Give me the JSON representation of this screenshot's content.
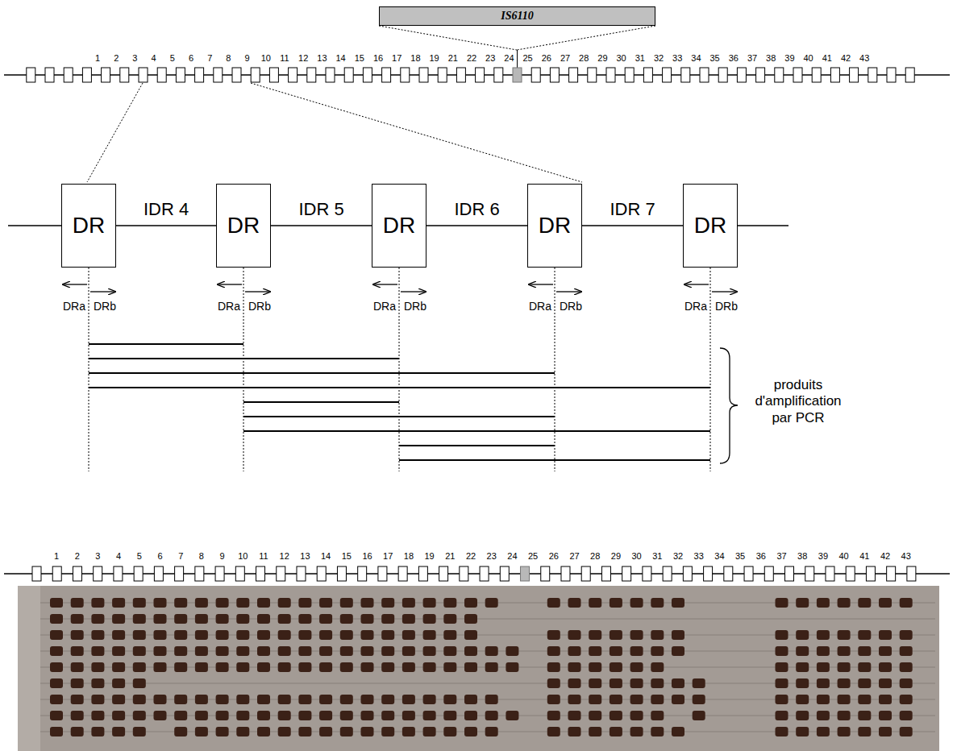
{
  "diagram": {
    "nodes": [
      {
        "text": [
          "IS6110"
        ]
      },
      {
        "text": [
          "DR"
        ]
      },
      {
        "text": [
          "DR"
        ]
      },
      {
        "text": [
          "DR"
        ]
      },
      {
        "text": [
          "DR"
        ]
      },
      {
        "text": [
          "DR"
        ]
      }
    ],
    "edges": [
      {
        "from": 1,
        "to": 2,
        "arrow": "none",
        "label": "IDR 4"
      },
      {
        "from": 2,
        "to": 3,
        "arrow": "none",
        "label": "IDR 5"
      },
      {
        "from": 3,
        "to": 4,
        "arrow": "none",
        "label": "IDR 6"
      },
      {
        "from": 4,
        "to": 5,
        "arrow": "none",
        "label": "IDR 7"
      }
    ],
    "labels": [
      "1",
      "2",
      "3",
      "4",
      "5",
      "6",
      "7",
      "8",
      "9",
      "10",
      "11",
      "12",
      "13",
      "14",
      "15",
      "16",
      "17",
      "18",
      "19",
      "21",
      "22",
      "23",
      "24",
      "25",
      "26",
      "27",
      "28",
      "29",
      "30",
      "31",
      "32",
      "33",
      "34",
      "35",
      "36",
      "37",
      "38",
      "39",
      "40",
      "41",
      "42",
      "43",
      "DRa",
      "DRb",
      "DRa",
      "DRb",
      "DRa",
      "DRb",
      "DRa",
      "DRb",
      "DRa",
      "DRb",
      "produits d'amplification par PCR",
      "1",
      "2",
      "3",
      "4",
      "5",
      "6",
      "7",
      "8",
      "9",
      "10",
      "11",
      "12",
      "13",
      "14",
      "15",
      "16",
      "17",
      "18",
      "19",
      "21",
      "22",
      "23",
      "24",
      "25",
      "26",
      "27",
      "28",
      "29",
      "30",
      "31",
      "32",
      "33",
      "34",
      "35",
      "36",
      "37",
      "38",
      "39",
      "40",
      "41",
      "42",
      "43"
    ]
  }
}
